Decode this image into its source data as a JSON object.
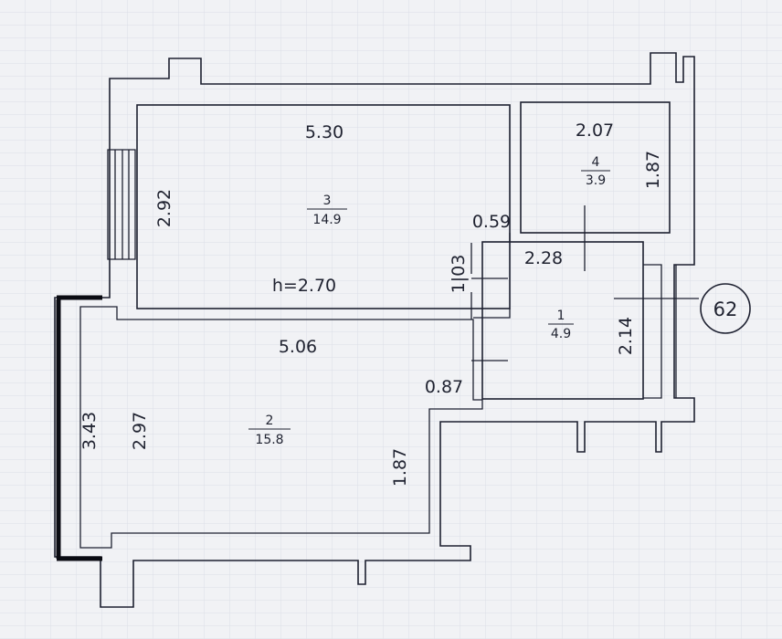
{
  "rooms": [
    {
      "number": "3",
      "area": "14.9"
    },
    {
      "number": "4",
      "area": "3.9"
    },
    {
      "number": "1",
      "area": "4.9"
    },
    {
      "number": "2",
      "area": "15.8"
    }
  ],
  "dimensions": {
    "room3_width": "5.30",
    "room3_depth": "2.92",
    "ceiling_height": "h=2.70",
    "room4_width": "2.07",
    "room4_depth": "1.87",
    "hall_offset": "0.59",
    "hall_width": "2.28",
    "hall_side": "1|03",
    "hall_depth": "2.14",
    "room2_width": "5.06",
    "room2_offset": "0.87",
    "balcony_length": "3.43",
    "room2_depth": "2.97",
    "room2_side": "1.87"
  },
  "apartment_number": "62"
}
